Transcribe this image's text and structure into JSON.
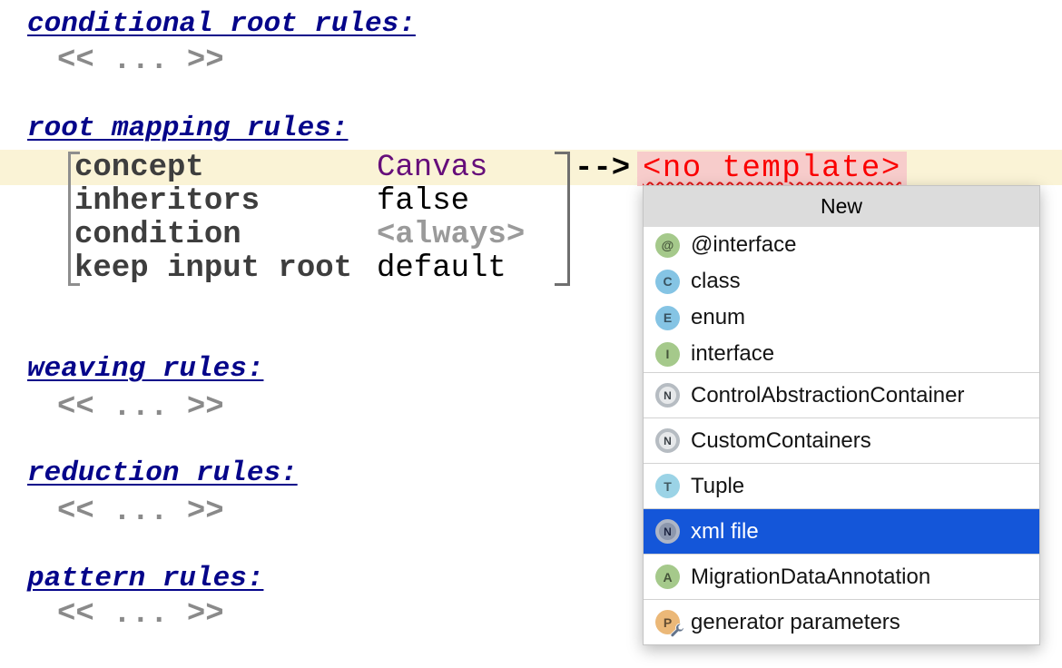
{
  "colors": {
    "header_navy": "#05058A",
    "line_highlight": "#FAF3D6",
    "error_text": "#FB0000",
    "error_background": "#F7CCCB",
    "selection_blue": "#1456D9",
    "concept_purple": "#660E7A",
    "muted_gray": "#8a8a8a"
  },
  "editor": {
    "sections": [
      {
        "title": "conditional root rules:",
        "placeholder": "<< ... >>"
      },
      {
        "title": "root mapping rules:"
      },
      {
        "title": "weaving rules:",
        "placeholder": "<< ... >>"
      },
      {
        "title": "reduction rules:",
        "placeholder": "<< ... >>"
      },
      {
        "title": "pattern rules:",
        "placeholder": "<< ... >>"
      }
    ],
    "rule": {
      "fields": [
        {
          "label": "concept",
          "value": "Canvas"
        },
        {
          "label": "inheritors",
          "value": "false"
        },
        {
          "label": "condition",
          "value": "<always>"
        },
        {
          "label": "keep input root",
          "value": "default"
        }
      ],
      "arrow": "-->",
      "consequence": "<no template>"
    }
  },
  "popup": {
    "title": "New",
    "items": [
      {
        "icon_letter": "@",
        "icon_color": "#A5C98B",
        "label": "@interface"
      },
      {
        "icon_letter": "C",
        "icon_color": "#85C4E4",
        "label": "class"
      },
      {
        "icon_letter": "E",
        "icon_color": "#85C4E4",
        "label": "enum"
      },
      {
        "icon_letter": "I",
        "icon_color": "#A5C98B",
        "label": "interface"
      },
      {
        "icon_letter": "N",
        "icon_color": "#B6BCC2",
        "label": "ControlAbstractionContainer"
      },
      {
        "icon_letter": "N",
        "icon_color": "#B6BCC2",
        "label": "CustomContainers"
      },
      {
        "icon_letter": "T",
        "icon_color": "#9BD3E6",
        "label": "Tuple"
      },
      {
        "icon_letter": "N",
        "icon_color": "#B6BCC2",
        "label": "xml file",
        "selected": true
      },
      {
        "icon_letter": "A",
        "icon_color": "#A5C98B",
        "label": "MigrationDataAnnotation"
      },
      {
        "icon_letter": "P",
        "icon_color": "#EBB878",
        "label": "generator parameters"
      }
    ]
  }
}
